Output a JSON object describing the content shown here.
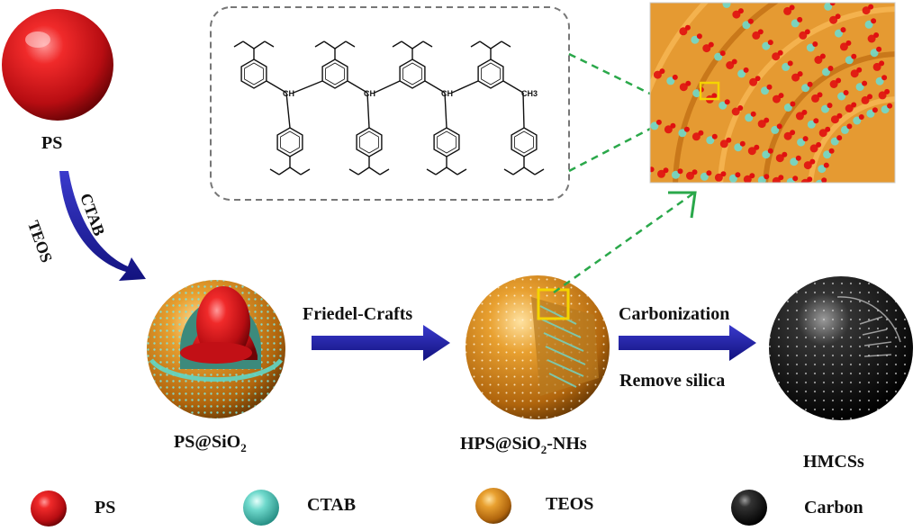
{
  "stages": {
    "ps": "PS",
    "ps_sio2": {
      "pre": "PS@SiO",
      "sub": "2",
      "post": ""
    },
    "hps_sio2": {
      "pre": "HPS@SiO",
      "sub": "2",
      "post": "-NHs"
    },
    "hmcs": "HMCSs"
  },
  "reagents": {
    "ctab": "CTAB",
    "teos": "TEOS"
  },
  "steps": {
    "friedel": "Friedel-Crafts",
    "carbonization": "Carbonization",
    "remove_silica": "Remove silica"
  },
  "structure": {
    "ch": "CH",
    "ch3": "CH3"
  },
  "legend": [
    {
      "label": "PS",
      "color": "#d8151e"
    },
    {
      "label": "CTAB",
      "color": "#5fd7c8"
    },
    {
      "label": "TEOS",
      "color": "#e2901f"
    },
    {
      "label": "Carbon",
      "color": "#111111"
    }
  ],
  "colors": {
    "arrow": "#1e1ea6",
    "dash": "#2aa84a",
    "highlight": "#f5d400",
    "frame": "#777777"
  }
}
